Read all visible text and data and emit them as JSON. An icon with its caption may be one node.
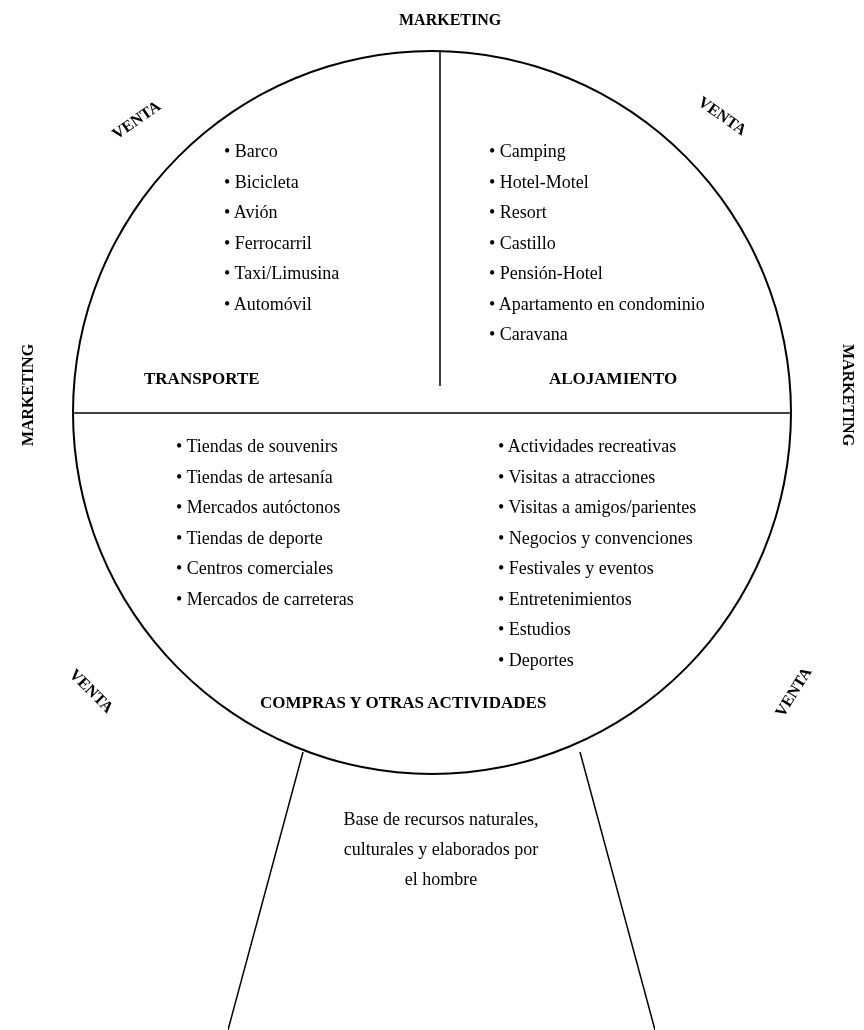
{
  "diagram": {
    "nodes": [
      {
        "text": [],
        "shape": "circle"
      },
      {
        "text": [
          "• Barco",
          "• Bicicleta",
          "• Avión",
          "• Ferrocarril",
          "• Taxi/Limusina",
          "• Automóvil",
          "TRANSPORTE"
        ],
        "in": 0
      },
      {
        "text": [
          "• Camping",
          "• Hotel-Motel",
          "• Resort",
          "• Castillo",
          "• Pensión-Hotel",
          "• Apartamento en condominio",
          "• Caravana",
          "ALOJAMIENTO"
        ],
        "in": 0
      },
      {
        "text": [
          "• Tiendas de souvenirs",
          "• Tiendas de artesanía",
          "• Mercados autóctonos",
          "• Tiendas de deporte",
          "• Centros comerciales",
          "• Mercados de carreteras",
          "• Actividades recreativas",
          "• Visitas a atracciones",
          "• Visitas a amigos/parientes",
          "• Negocios y convenciones",
          "• Festivales y eventos",
          "• Entretenimientos",
          "• Estudios",
          "• Deportes",
          "COMPRAS Y OTRAS ACTIVIDADES"
        ],
        "in": 0
      },
      {
        "text": [
          "Base de recursos naturales, culturales y elaborados por el hombre"
        ]
      }
    ],
    "labels": [
      "MARKETING",
      "VENTA",
      "VENTA",
      "MARKETING",
      "MARKETING",
      "VENTA",
      "VENTA"
    ]
  }
}
